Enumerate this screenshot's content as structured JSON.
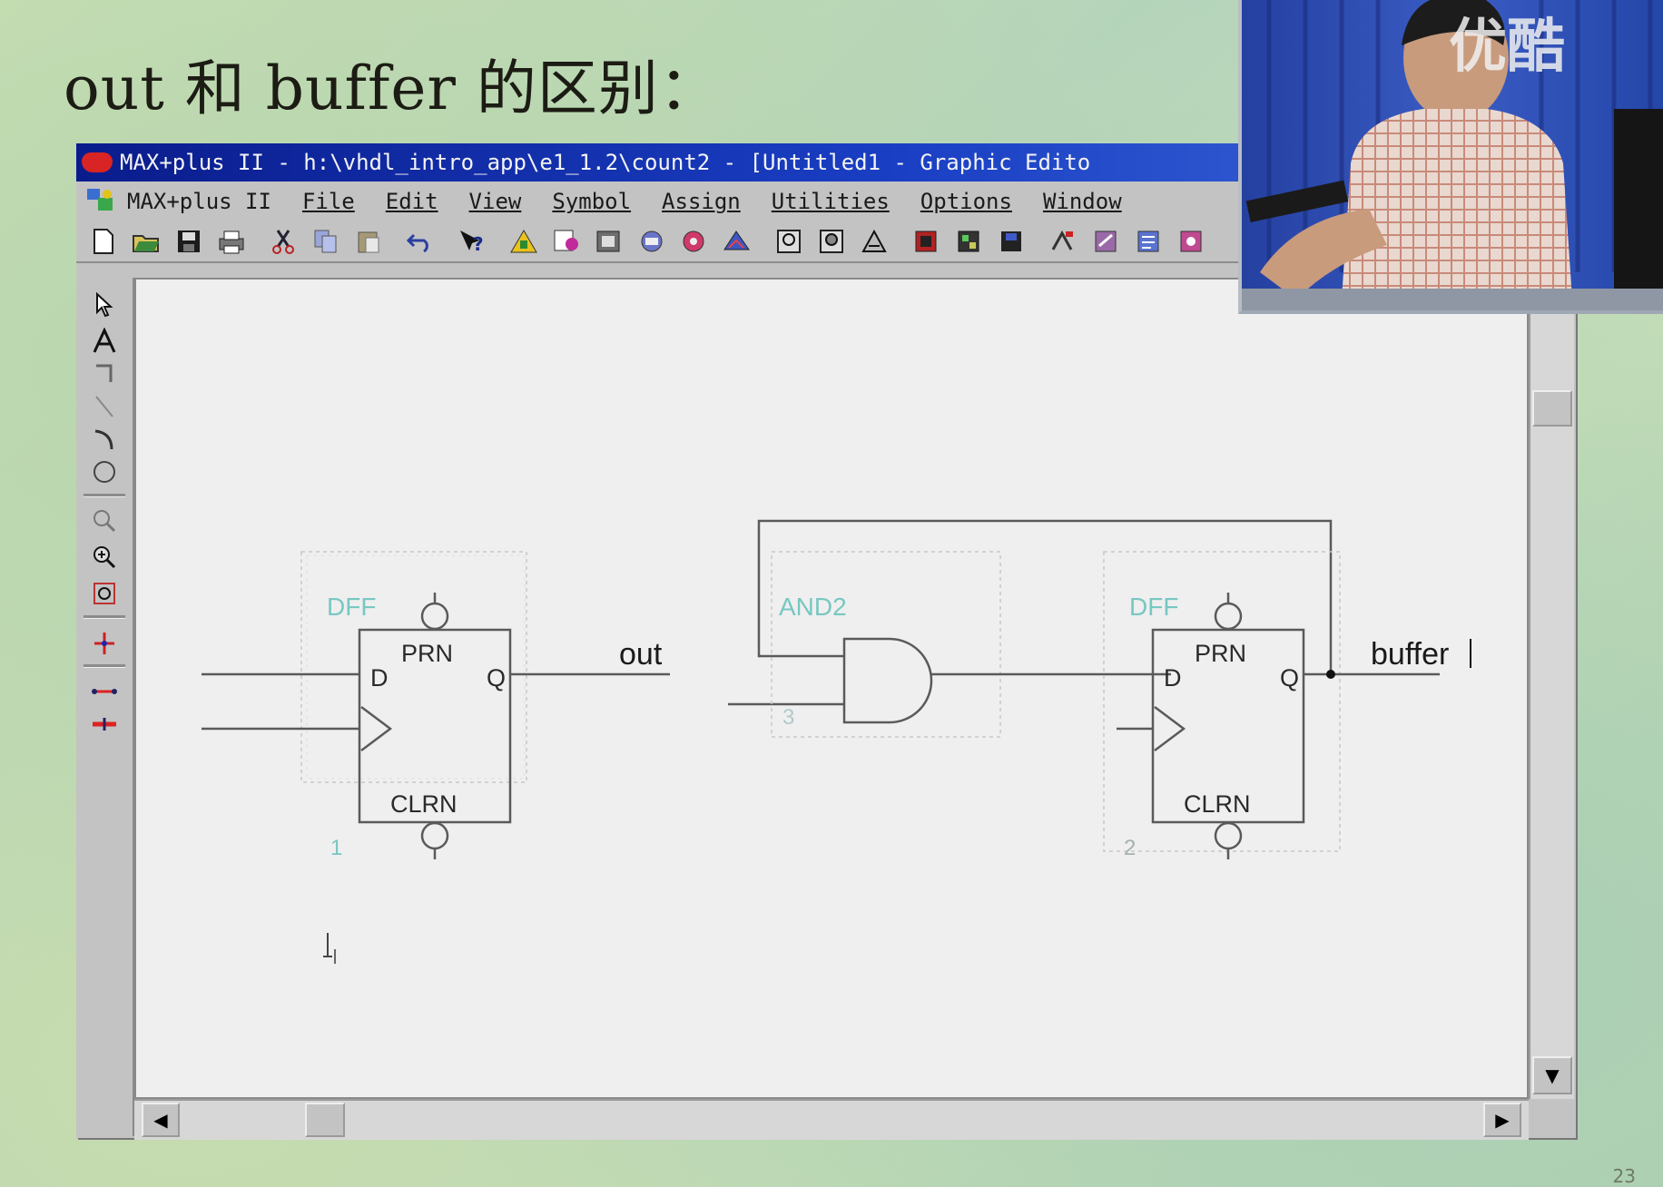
{
  "slide": {
    "title": "out 和 buffer 的区别：",
    "page_number": "23"
  },
  "window": {
    "title": "MAX+plus II - h:\\vhdl_intro_app\\e1_1.2\\count2 - [Untitled1 - Graphic Edito",
    "menu": [
      "MAX+plus II",
      "File",
      "Edit",
      "View",
      "Symbol",
      "Assign",
      "Utilities",
      "Options",
      "Window"
    ],
    "toolbar_icons": [
      "new-file-icon",
      "open-file-icon",
      "save-icon",
      "print-icon",
      "cut-icon",
      "copy-icon",
      "paste-icon",
      "undo-icon",
      "help-pointer-icon",
      "hierarchy-up-icon",
      "open-schematic-icon",
      "symbol-icon",
      "library-icon",
      "compile-icon",
      "simulate-icon",
      "zoom-fit-icon",
      "zoom-area-icon",
      "timing-analyzer-icon",
      "programmer-icon",
      "floorplan-icon",
      "save-all-icon",
      "find-node-icon",
      "assign-icon",
      "project-icon",
      "launch-icon"
    ],
    "toolbox_icons": [
      "selection-pointer-icon",
      "text-tool-icon",
      "orthogonal-line-icon",
      "diagonal-line-icon",
      "arc-tool-icon",
      "circle-tool-icon",
      "zoom-out-icon",
      "zoom-in-icon",
      "fit-in-window-icon",
      "connect-node-icon",
      "rubberband-on-icon",
      "rubberband-off-icon"
    ]
  },
  "schematic": {
    "left_circuit": {
      "dff_type": "DFF",
      "prn": "PRN",
      "clrn": "CLRN",
      "d": "D",
      "q": "Q",
      "instance_number": "1",
      "output_label": "out"
    },
    "right_circuit": {
      "and_type": "AND2",
      "and_instance_number": "3",
      "dff_type": "DFF",
      "prn": "PRN",
      "clrn": "CLRN",
      "d": "D",
      "q": "Q",
      "instance_number": "2",
      "output_label": "buffer"
    }
  },
  "webcam": {
    "watermark": "优酷"
  }
}
